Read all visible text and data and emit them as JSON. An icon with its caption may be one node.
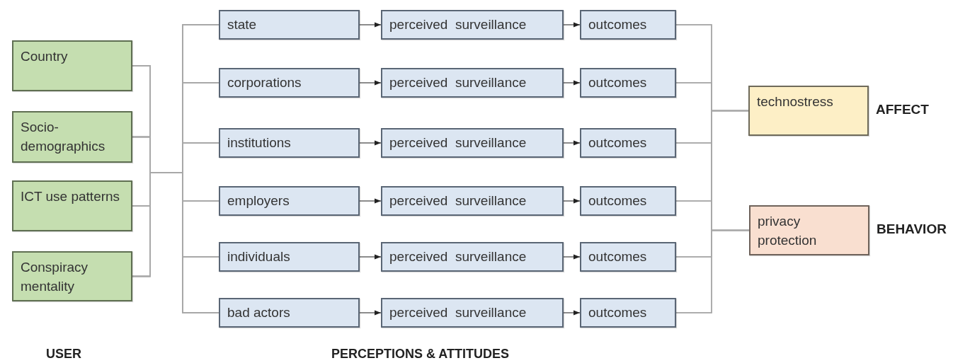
{
  "diagram": {
    "nodes": [
      {
        "text": [
          "Country"
        ]
      },
      {
        "text": [
          "Socio- demographics"
        ]
      },
      {
        "text": [
          "ICT use patterns"
        ]
      },
      {
        "text": [
          "Conspiracy mentality"
        ]
      },
      {
        "text": [
          "state"
        ]
      },
      {
        "text": [
          "corporations"
        ]
      },
      {
        "text": [
          "institutions"
        ]
      },
      {
        "text": [
          "employers"
        ]
      },
      {
        "text": [
          "individuals"
        ]
      },
      {
        "text": [
          "bad actors"
        ]
      },
      {
        "text": [
          "perceived  surveillance"
        ]
      },
      {
        "text": [
          "perceived  surveillance"
        ]
      },
      {
        "text": [
          "perceived  surveillance"
        ]
      },
      {
        "text": [
          "perceived  surveillance"
        ]
      },
      {
        "text": [
          "perceived  surveillance"
        ]
      },
      {
        "text": [
          "perceived  surveillance"
        ]
      },
      {
        "text": [
          "outcomes"
        ]
      },
      {
        "text": [
          "outcomes"
        ]
      },
      {
        "text": [
          "outcomes"
        ]
      },
      {
        "text": [
          "outcomes"
        ]
      },
      {
        "text": [
          "outcomes"
        ]
      },
      {
        "text": [
          "outcomes"
        ]
      },
      {
        "text": [
          "technostress"
        ],
        "beside": [
          "AFFECT"
        ]
      },
      {
        "text": [
          "privacy protection"
        ],
        "beside": [
          "BEHAVIOR"
        ]
      }
    ],
    "edges": [
      {
        "from": 0,
        "to": 4,
        "arrow": "none"
      },
      {
        "from": 0,
        "to": 5,
        "arrow": "none"
      },
      {
        "from": 0,
        "to": 6,
        "arrow": "none"
      },
      {
        "from": 0,
        "to": 7,
        "arrow": "none"
      },
      {
        "from": 0,
        "to": 8,
        "arrow": "none"
      },
      {
        "from": 0,
        "to": 9,
        "arrow": "none"
      },
      {
        "from": 1,
        "to": 4,
        "arrow": "none"
      },
      {
        "from": 1,
        "to": 5,
        "arrow": "none"
      },
      {
        "from": 1,
        "to": 6,
        "arrow": "none"
      },
      {
        "from": 1,
        "to": 7,
        "arrow": "none"
      },
      {
        "from": 1,
        "to": 8,
        "arrow": "none"
      },
      {
        "from": 1,
        "to": 9,
        "arrow": "none"
      },
      {
        "from": 2,
        "to": 4,
        "arrow": "none"
      },
      {
        "from": 2,
        "to": 5,
        "arrow": "none"
      },
      {
        "from": 2,
        "to": 6,
        "arrow": "none"
      },
      {
        "from": 2,
        "to": 7,
        "arrow": "none"
      },
      {
        "from": 2,
        "to": 8,
        "arrow": "none"
      },
      {
        "from": 2,
        "to": 9,
        "arrow": "none"
      },
      {
        "from": 3,
        "to": 4,
        "arrow": "none"
      },
      {
        "from": 3,
        "to": 5,
        "arrow": "none"
      },
      {
        "from": 3,
        "to": 6,
        "arrow": "none"
      },
      {
        "from": 3,
        "to": 7,
        "arrow": "none"
      },
      {
        "from": 3,
        "to": 8,
        "arrow": "none"
      },
      {
        "from": 3,
        "to": 9,
        "arrow": "none"
      },
      {
        "from": 4,
        "to": 10,
        "arrow": "to"
      },
      {
        "from": 5,
        "to": 11,
        "arrow": "to"
      },
      {
        "from": 6,
        "to": 12,
        "arrow": "to"
      },
      {
        "from": 7,
        "to": 13,
        "arrow": "to"
      },
      {
        "from": 8,
        "to": 14,
        "arrow": "to"
      },
      {
        "from": 9,
        "to": 15,
        "arrow": "to"
      },
      {
        "from": 10,
        "to": 16,
        "arrow": "to"
      },
      {
        "from": 11,
        "to": 17,
        "arrow": "to"
      },
      {
        "from": 12,
        "to": 18,
        "arrow": "to"
      },
      {
        "from": 13,
        "to": 19,
        "arrow": "to"
      },
      {
        "from": 14,
        "to": 20,
        "arrow": "to"
      },
      {
        "from": 15,
        "to": 21,
        "arrow": "to"
      },
      {
        "from": 16,
        "to": 22,
        "arrow": "none"
      },
      {
        "from": 17,
        "to": 22,
        "arrow": "none"
      },
      {
        "from": 18,
        "to": 22,
        "arrow": "none"
      },
      {
        "from": 19,
        "to": 22,
        "arrow": "none"
      },
      {
        "from": 20,
        "to": 22,
        "arrow": "none"
      },
      {
        "from": 21,
        "to": 22,
        "arrow": "none"
      },
      {
        "from": 16,
        "to": 23,
        "arrow": "none"
      },
      {
        "from": 17,
        "to": 23,
        "arrow": "none"
      },
      {
        "from": 18,
        "to": 23,
        "arrow": "none"
      },
      {
        "from": 19,
        "to": 23,
        "arrow": "none"
      },
      {
        "from": 20,
        "to": 23,
        "arrow": "none"
      },
      {
        "from": 21,
        "to": 23,
        "arrow": "none"
      }
    ],
    "labels": [
      "USER",
      "PERCEPTIONS & ATTITUDES"
    ]
  }
}
